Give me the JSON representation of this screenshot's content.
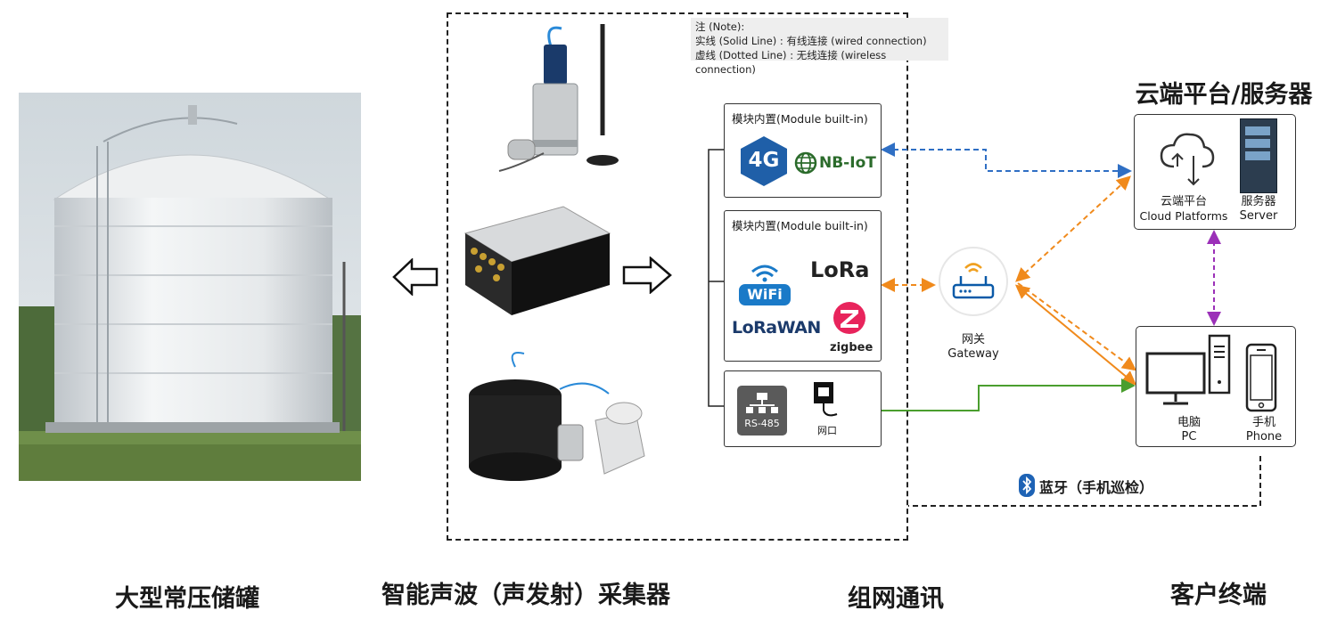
{
  "sections": {
    "tank_title": "大型常压储罐",
    "collector_title": "智能声波（声发射）采集器",
    "network_title": "组网通讯",
    "terminal_title": "客户终端"
  },
  "note": {
    "line1": "注 (Note):",
    "line2": "实线 (Solid Line) :  有线连接 (wired connection)",
    "line3": "虚线 (Dotted Line) :  无线连接 (wireless connection)"
  },
  "modules": {
    "cellular_title": "模块内置(Module built-in)",
    "cellular_4g": "4G",
    "cellular_nbiot": "NB-IoT",
    "wireless_title": "模块内置(Module built-in)",
    "wifi": "WiFi",
    "lora": "LoRa",
    "lorawan": "LoRaWAN",
    "zigbee": "zigbee",
    "rs485": "RS-485",
    "netport": "网口"
  },
  "gateway": {
    "cn": "网关",
    "en": "Gateway"
  },
  "cloud": {
    "header": "云端平台/服务器",
    "platform_cn": "云端平台",
    "platform_en": "Cloud Platforms",
    "server_cn": "服务器",
    "server_en": "Server"
  },
  "client": {
    "pc_cn": "电脑",
    "pc_en": "PC",
    "phone_cn": "手机",
    "phone_en": "Phone"
  },
  "bluetooth": {
    "label": "蓝牙（手机巡检）"
  },
  "colors": {
    "blue_line": "#2f6fc4",
    "orange_line": "#f08a1c",
    "purple_line": "#9b30b8",
    "green_line": "#4a9e2e",
    "lte_blue": "#1f5fa8",
    "zigbee_red": "#e8245c"
  }
}
